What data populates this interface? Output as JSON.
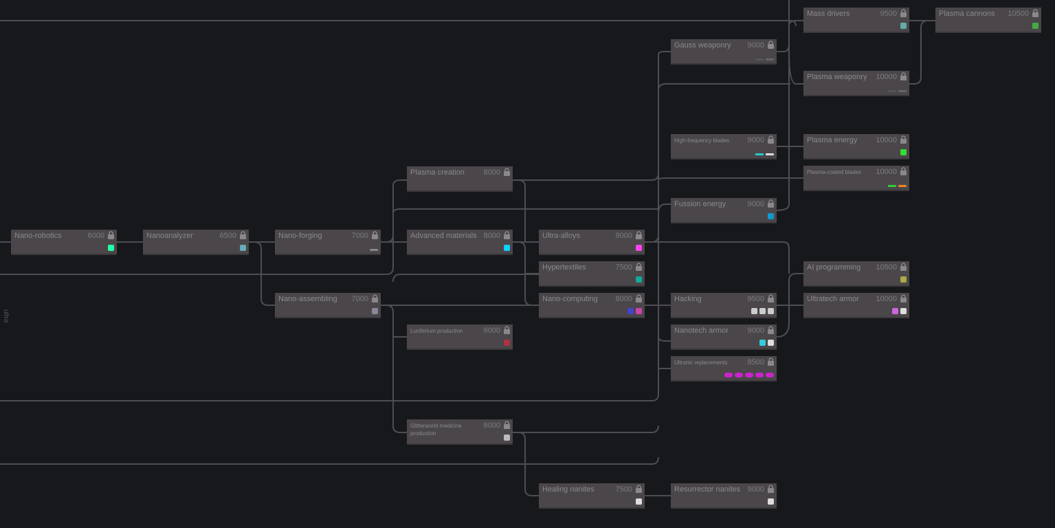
{
  "tab_label": "ultra",
  "nodes": [
    {
      "id": "nano-robotics",
      "label": "Nano-robotics",
      "cost": "6000",
      "icons": [
        "#2fa"
      ]
    },
    {
      "id": "nanoanalyzer",
      "label": "Nanoanalyzer",
      "cost": "6500",
      "icons": [
        "#6ab"
      ]
    },
    {
      "id": "nano-forging",
      "label": "Nano-forging",
      "cost": "7000",
      "icons": [
        "#888"
      ]
    },
    {
      "id": "nano-assembling",
      "label": "Nano-assembling",
      "cost": "7000",
      "icons": [
        "#889"
      ]
    },
    {
      "id": "plasma-creation",
      "label": "Plasma creation",
      "cost": "8000",
      "icons": []
    },
    {
      "id": "advanced-materials",
      "label": "Advanced materials",
      "cost": "8000",
      "icons": [
        "#1cf"
      ]
    },
    {
      "id": "luciferium-production",
      "label": "Luciferium production",
      "cost": "6000",
      "icons": [
        "#a34"
      ]
    },
    {
      "id": "glitterworld-medicine",
      "label": "Glitterworld medicine production",
      "cost": "6000",
      "icons": [
        "#bbb"
      ]
    },
    {
      "id": "ultra-alloys",
      "label": "Ultra-alloys",
      "cost": "9000",
      "icons": [
        "#f4e"
      ]
    },
    {
      "id": "hypertextiles",
      "label": "Hypertextiles",
      "cost": "7500",
      "icons": [
        "#1a9"
      ]
    },
    {
      "id": "nano-computing",
      "label": "Nano-computing",
      "cost": "8000",
      "icons": [
        "#44c",
        "#c4a"
      ]
    },
    {
      "id": "healing-nanites",
      "label": "Healing nanites",
      "cost": "7500",
      "icons": [
        "#ddd"
      ]
    },
    {
      "id": "gauss-weaponry",
      "label": "Gauss weaponry",
      "cost": "9000",
      "icons": [
        "#555",
        "#666"
      ]
    },
    {
      "id": "high-frequency-blades",
      "label": "High-frequency blades",
      "cost": "9000",
      "icons": [
        "#2cc",
        "#ddd"
      ]
    },
    {
      "id": "fussion-energy",
      "label": "Fussion energy",
      "cost": "9000",
      "icons": [
        "#19c"
      ]
    },
    {
      "id": "hacking",
      "label": "Hacking",
      "cost": "9500",
      "icons": [
        "#ccc",
        "#ccc",
        "#ccc"
      ]
    },
    {
      "id": "nanotech-armor",
      "label": "Nanotech armor",
      "cost": "9000",
      "icons": [
        "#3cd",
        "#ddd"
      ]
    },
    {
      "id": "ultronic-replacements",
      "label": "Ultronic replacements",
      "cost": "8500",
      "icons": [
        "#c2c",
        "#c2c",
        "#c2c",
        "#c2c",
        "#c2c"
      ]
    },
    {
      "id": "resurrector-nanites",
      "label": "Resurrector nanites",
      "cost": "9000",
      "icons": [
        "#ddd"
      ]
    },
    {
      "id": "mass-drivers",
      "label": "Mass drivers",
      "cost": "9500",
      "icons": [
        "#6aa"
      ]
    },
    {
      "id": "plasma-weaponry",
      "label": "Plasma weaponry",
      "cost": "10000",
      "icons": [
        "#555",
        "#666"
      ]
    },
    {
      "id": "plasma-energy",
      "label": "Plasma energy",
      "cost": "10000",
      "icons": [
        "#3d3"
      ]
    },
    {
      "id": "plasma-coated-blades",
      "label": "Plasma-coated blades",
      "cost": "10000",
      "icons": [
        "#3c3",
        "#e82"
      ]
    },
    {
      "id": "ai-programming",
      "label": "AI programming",
      "cost": "10500",
      "icons": [
        "#aa4"
      ]
    },
    {
      "id": "ultratech-armor",
      "label": "Ultratech armor",
      "cost": "10000",
      "icons": [
        "#c6d",
        "#ddd"
      ]
    },
    {
      "id": "plasma-cannons",
      "label": "Plasma cannons",
      "cost": "10500",
      "icons": [
        "#4a4"
      ]
    }
  ]
}
